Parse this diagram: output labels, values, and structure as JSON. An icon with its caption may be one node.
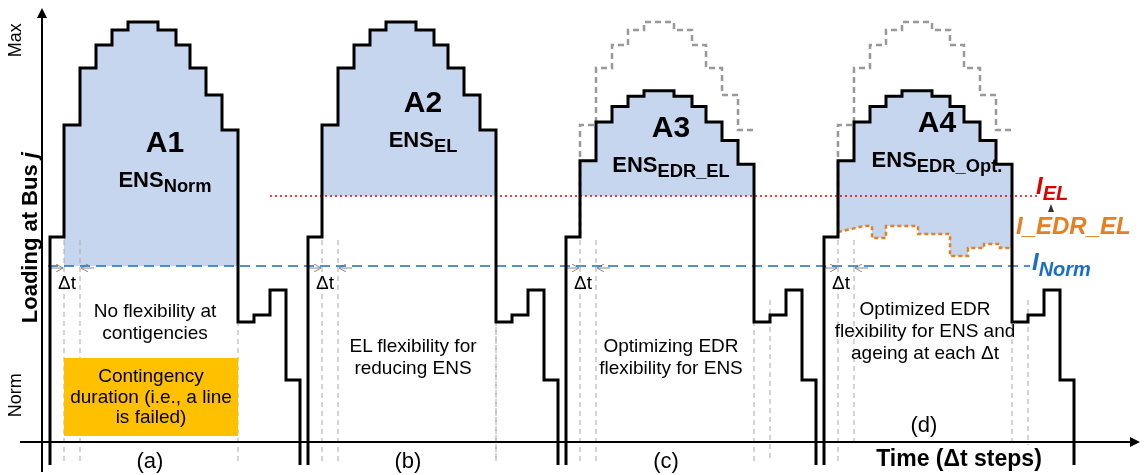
{
  "diagram": {
    "nodes": [
      {
        "text": [
          "A1",
          "ENS$_{Norm}$"
        ]
      },
      {
        "text": [
          "A2",
          "ENS$_{EL}$"
        ]
      },
      {
        "text": [
          "A3",
          "ENS$_{EDR_EL}$"
        ]
      },
      {
        "text": [
          "A4",
          "ENS$_{EDR_Opt.}$"
        ]
      },
      {
        "text": [
          "Contingency duration (i.e., a line is failed)"
        ]
      }
    ],
    "edges": [],
    "labels": [
      "Max",
      "Loading at Bus *j*",
      "Norm",
      "I$_{EL}$",
      "I_EDR_EL",
      "I$_{Norm}$",
      "Δt",
      "Δt",
      "Δt",
      "Δt",
      "No flexibility at contigencies",
      "EL flexibility for reducing ENS",
      "Optimizing EDR flexibility for ENS",
      "Optimized EDR flexibility for ENS and ageing at each Δt",
      "(a)",
      "(b)",
      "(c)",
      "(d)",
      "Time (Δt steps)"
    ]
  }
}
